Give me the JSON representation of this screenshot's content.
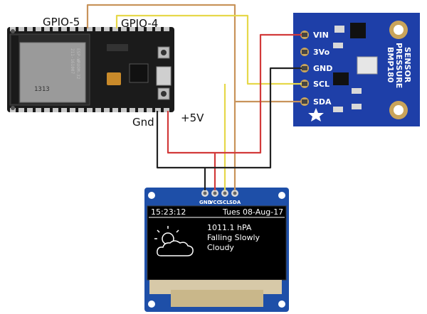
{
  "labels": {
    "gpio5": "GPIO-5",
    "gpio4": "GPIO-4",
    "gnd": "Gnd",
    "v5": "+5V"
  },
  "esp32": {
    "module_text": [
      "ESP-WROOM-32",
      "211-161007",
      "FCC ID:2AC7Z-ESPWROOM32"
    ],
    "chip_text": "1313"
  },
  "bmp180": {
    "pins": [
      "VIN",
      "3Vo",
      "GND",
      "SCL",
      "SDA"
    ],
    "title_lines": [
      "BMP180",
      "PRESSURE",
      "SENSOR"
    ]
  },
  "oled": {
    "pins": [
      "GND",
      "VCC",
      "SCL",
      "SDA"
    ],
    "time": "15:23:12",
    "date": "Tues 08-Aug-17",
    "pressure": "1011.1 hPA",
    "trend": "Falling Slowly",
    "forecast": "Cloudy",
    "weather_icon": "cloud-sun-icon"
  },
  "wire_colors": {
    "gpio5": "#c8935a",
    "gpio4": "#e6d84a",
    "vcc": "#d23a3a",
    "gnd": "#222222"
  }
}
